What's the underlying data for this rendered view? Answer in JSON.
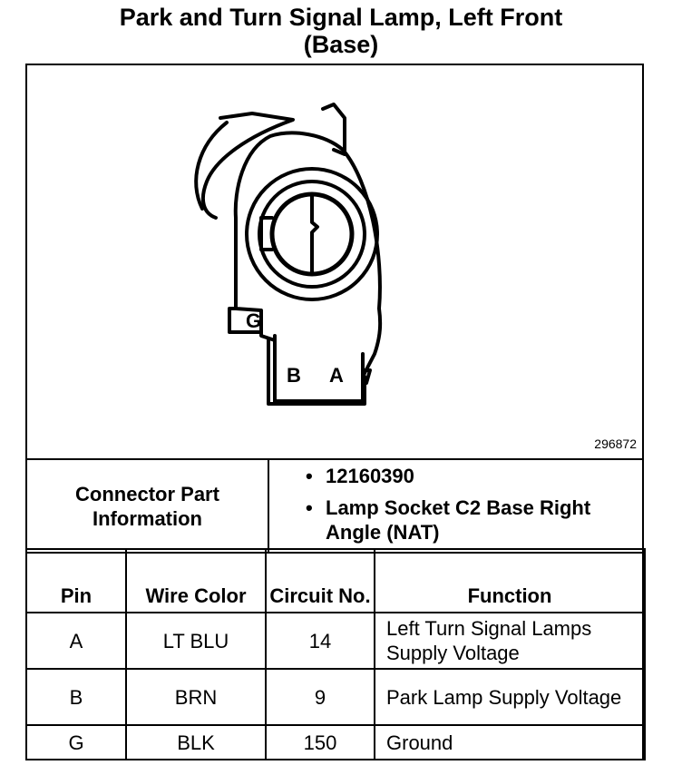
{
  "title": {
    "line1": "Park and Turn Signal Lamp, Left Front",
    "line2": "(Base)"
  },
  "diagram": {
    "pin_labels": [
      "G",
      "B",
      "A"
    ],
    "reference_number": "296872"
  },
  "connector": {
    "label": "Connector Part Information",
    "items": [
      "12160390",
      "Lamp Socket C2 Base Right Angle (NAT)"
    ]
  },
  "pin_table": {
    "headers": [
      "Pin",
      "Wire Color",
      "Circuit No.",
      "Function"
    ],
    "rows": [
      {
        "pin": "A",
        "wire_color": "LT BLU",
        "circuit": "14",
        "function": "Left Turn Signal Lamps Supply Voltage"
      },
      {
        "pin": "B",
        "wire_color": "BRN",
        "circuit": "9",
        "function": "Park Lamp Supply Voltage"
      },
      {
        "pin": "G",
        "wire_color": "BLK",
        "circuit": "150",
        "function": "Ground"
      }
    ]
  }
}
